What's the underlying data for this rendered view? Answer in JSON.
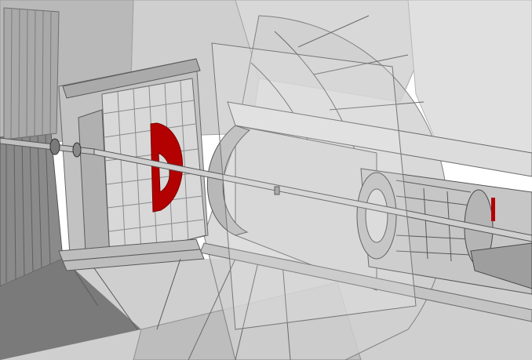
{
  "scene": {
    "colors": {
      "background": "#ffffff",
      "dark_gray": "#6e6e6e",
      "mid_gray": "#9a9a9a",
      "light_gray": "#c8c8c8",
      "pale_gray": "#dedede",
      "panel_gray": "#b4b4b4",
      "red_component": "#b00000",
      "line": "#4a4a4a"
    },
    "elements": [
      "left-wall-panel",
      "square-tile-detector-wall",
      "red-d-shaped-component",
      "beam-pipe",
      "cylindrical-barrel-section",
      "inner-tracker-assembly",
      "transparent-shield-panels",
      "support-frame"
    ]
  }
}
